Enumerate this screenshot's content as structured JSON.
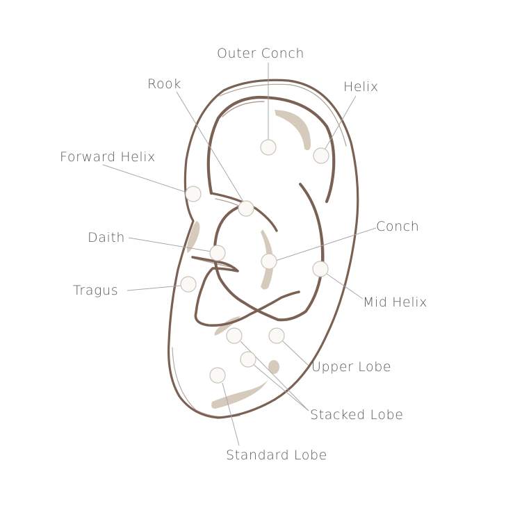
{
  "diagram": {
    "colors": {
      "outline": "#7a6153",
      "shading": "#d6cabd",
      "marker_fill": "#fbf9f5",
      "marker_stroke": "#c9c4bb",
      "leader_line": "#a8a8a8",
      "label_text": "#5a5a5a"
    },
    "labels": {
      "outer_conch": "Outer Conch",
      "helix": "Helix",
      "rook": "Rook",
      "forward_helix": "Forward Helix",
      "daith": "Daith",
      "conch": "Conch",
      "tragus": "Tragus",
      "mid_helix": "Mid Helix",
      "upper_lobe": "Upper Lobe",
      "stacked_lobe": "Stacked Lobe",
      "standard_lobe": "Standard Lobe"
    }
  }
}
